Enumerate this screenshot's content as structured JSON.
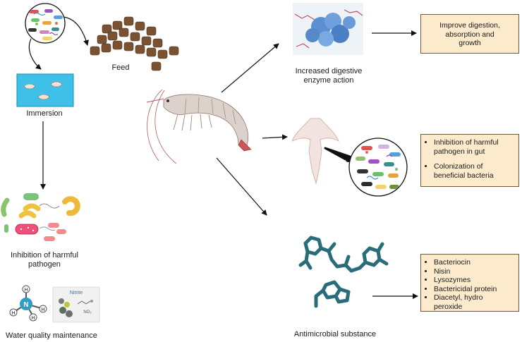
{
  "labels": {
    "feed": "Feed",
    "immersion": "Immersion",
    "inhibition_pathogen": [
      "Inhibition of harmful",
      "pathogen"
    ],
    "water_quality": "Water quality maintenance",
    "enzyme": [
      "Increased digestive",
      "enzyme action"
    ],
    "antimicrobial": "Antimicrobial substance"
  },
  "boxes": {
    "digestion": [
      "Improve digestion,",
      "absorption and",
      "growth"
    ],
    "gut": [
      [
        "Inhibition of harmful",
        "pathogen in gut"
      ],
      [
        "Colonization of",
        "beneficial bacteria"
      ]
    ],
    "substances": [
      "Bacteriocin",
      "Nisin",
      "Lysozymes",
      "Bactericidal protein",
      [
        "Diacetyl, hydro",
        "peroxide"
      ]
    ]
  },
  "water_panel": {
    "nitrite": "Nitrite",
    "no2": "NO₂"
  },
  "molecule": {
    "center": "N",
    "hydrogen": "H"
  },
  "colors": {
    "box_fill": "#fbeacc",
    "box_border": "#6b5a3e",
    "water": "#3fc0e8",
    "feed_pellet": "#7a5232",
    "molecule": "#2a6d7a",
    "enzyme": "#4e86c9"
  }
}
